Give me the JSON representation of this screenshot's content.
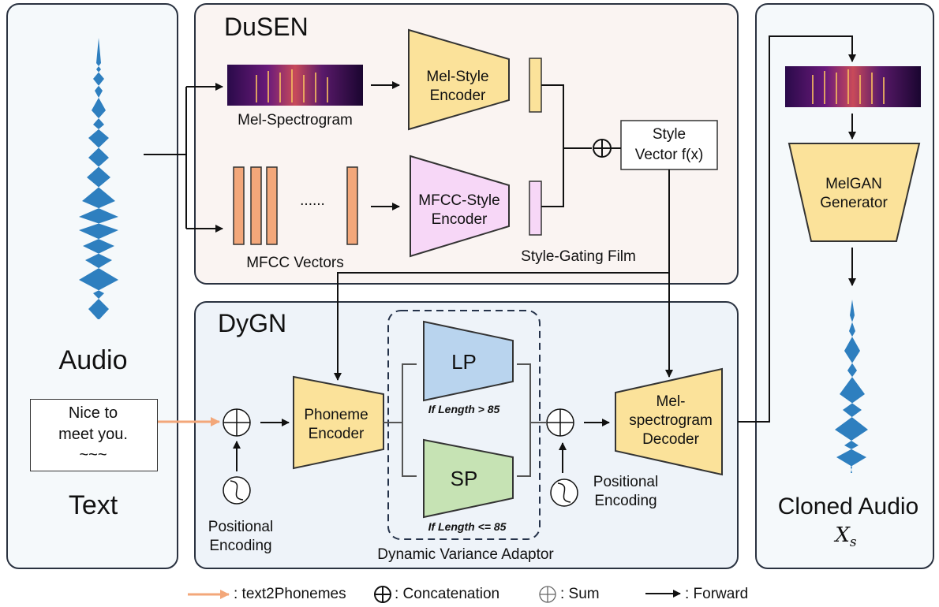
{
  "panels": {
    "left": {
      "audio_label": "Audio",
      "text_label": "Text",
      "text_box": [
        "Nice to",
        "meet you.",
        "~~~"
      ]
    },
    "dusen": {
      "title": "DuSEN",
      "mel_spectrogram_label": "Mel-Spectrogram",
      "mfcc_vectors_label": "MFCC Vectors",
      "dots": "......",
      "mel_encoder": [
        "Mel-Style",
        "Encoder"
      ],
      "mfcc_encoder": [
        "MFCC-Style",
        "Encoder"
      ],
      "style_vector": [
        "Style",
        "Vector f(x)"
      ],
      "style_gating_label": "Style-Gating Film"
    },
    "dygn": {
      "title": "DyGN",
      "phoneme_encoder": [
        "Phoneme",
        "Encoder"
      ],
      "lp": "LP",
      "sp": "SP",
      "lp_condition": "If Length > 85",
      "sp_condition": "If Length <= 85",
      "adaptor_label": "Dynamic Variance Adaptor",
      "pos_enc_left": [
        "Positional",
        "Encoding"
      ],
      "pos_enc_right": [
        "Positional",
        "Encoding"
      ],
      "decoder": [
        "Mel-",
        "spectrogram",
        "Decoder"
      ]
    },
    "right": {
      "melgan": [
        "MelGAN",
        "Generator"
      ],
      "cloned_label": "Cloned Audio",
      "xs_base": "X",
      "xs_sub": "s"
    }
  },
  "legend": {
    "text2phonemes": ": text2Phonemes",
    "concatenation": ": Concatenation",
    "sum": ": Sum",
    "forward": ": Forward"
  },
  "colors": {
    "yellow": "#fbe29a",
    "pink": "#f7d7f7",
    "blue": "#b9d4ee",
    "green": "#c6e3b4",
    "orange": "#f3a77a",
    "dusen_bg": "#faf4f2",
    "dygn_bg": "#eef3f9",
    "waveform": "#2e7fbf"
  }
}
